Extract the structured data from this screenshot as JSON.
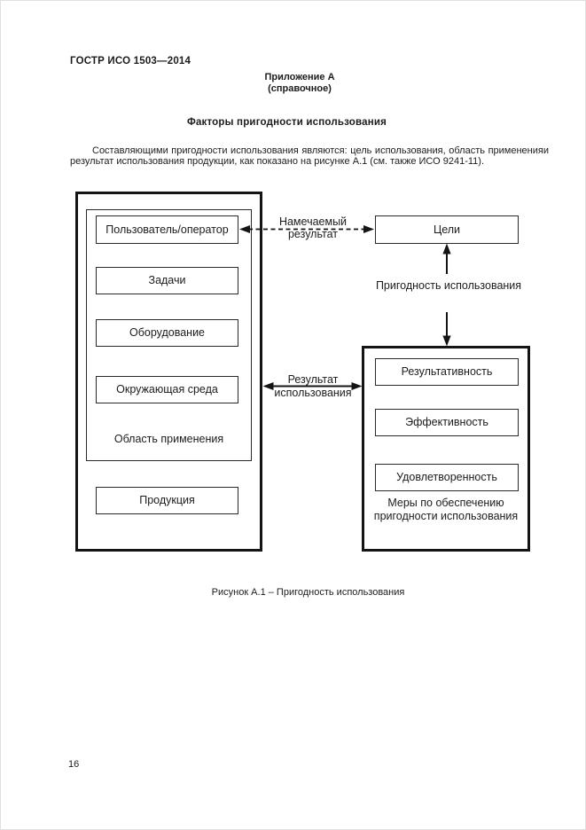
{
  "header": {
    "doc_code": "ГОСТР ИСО 1503—2014"
  },
  "appendix": {
    "title": "Приложение А",
    "type": "(справочное)"
  },
  "section": {
    "title": "Факторы пригодности использования"
  },
  "paragraph": {
    "line1": "Составляющими пригодности использования являются: цель использования, область примененияи",
    "line2": "результат использования продукции, как показано на рисунке А.1 (см. также ИСО 9241-11)."
  },
  "diagram": {
    "application_area": {
      "boxes": [
        "Пользователь/оператор",
        "Задачи",
        "Оборудование",
        "Окружающая среда"
      ],
      "label": "Область применения"
    },
    "product_box": "Продукция",
    "goals_box": "Цели",
    "intended_result": {
      "line1": "Намечаемый",
      "line2": "результат"
    },
    "usability_label": "Пригодность использования",
    "usage_result": {
      "line1": "Результат",
      "line2": "использования"
    },
    "measures": {
      "boxes": [
        "Результативность",
        "Эффективность",
        "Удовлетворенность"
      ],
      "label_line1": "Меры по обеспечению",
      "label_line2": "пригодности использования"
    }
  },
  "figure": {
    "caption": "Рисунок А.1 – Пригодность использования"
  },
  "footer": {
    "page_number": "16"
  },
  "colors": {
    "ink": "#141414",
    "background": "#ffffff"
  }
}
